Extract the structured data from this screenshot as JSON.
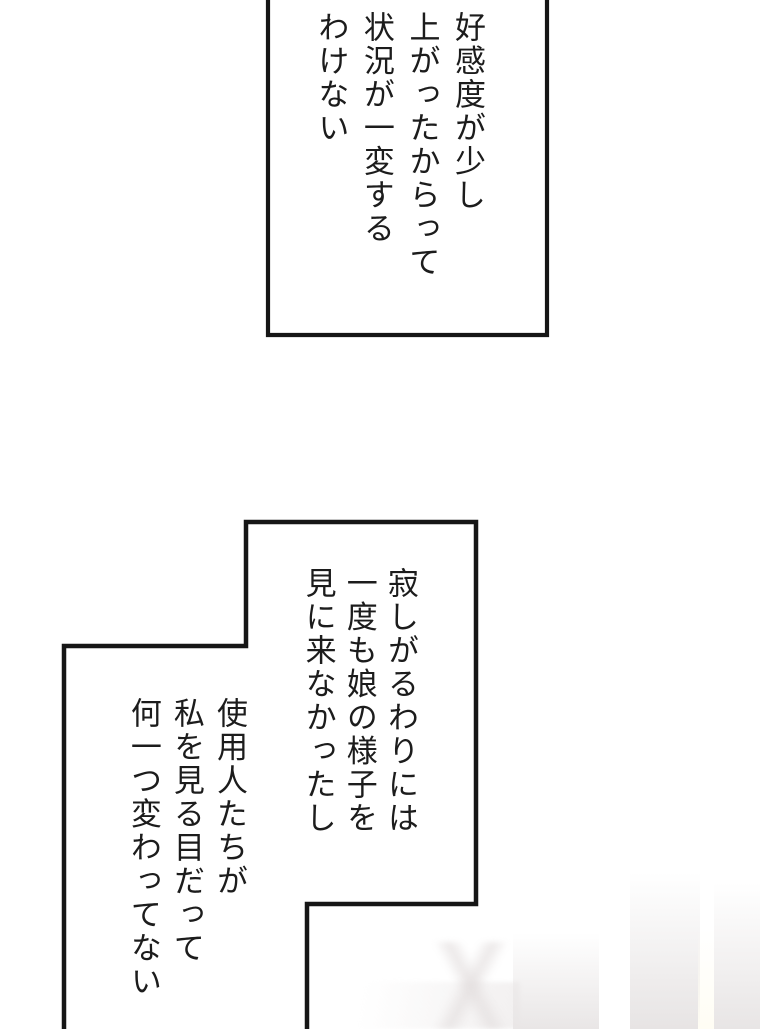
{
  "page": {
    "type": "manga-page",
    "background_color": "#ffffff",
    "line_color": "#161616",
    "text_color": "#1c1c1c",
    "blur_band_color": "#e8e5e5"
  },
  "bubbles": [
    {
      "name": "top-speech-bubble",
      "text": "好感度が少し\n上がったからって\n状況が一変する\nわけない"
    },
    {
      "name": "middle-right-speech-bubble",
      "text": "寂しがるわりには\n一度も娘の様子を\n見に来なかったし"
    },
    {
      "name": "bottom-left-speech-bubble",
      "text": "使用人たちが\n私を見る目だって\n何一つ変わってない"
    }
  ]
}
